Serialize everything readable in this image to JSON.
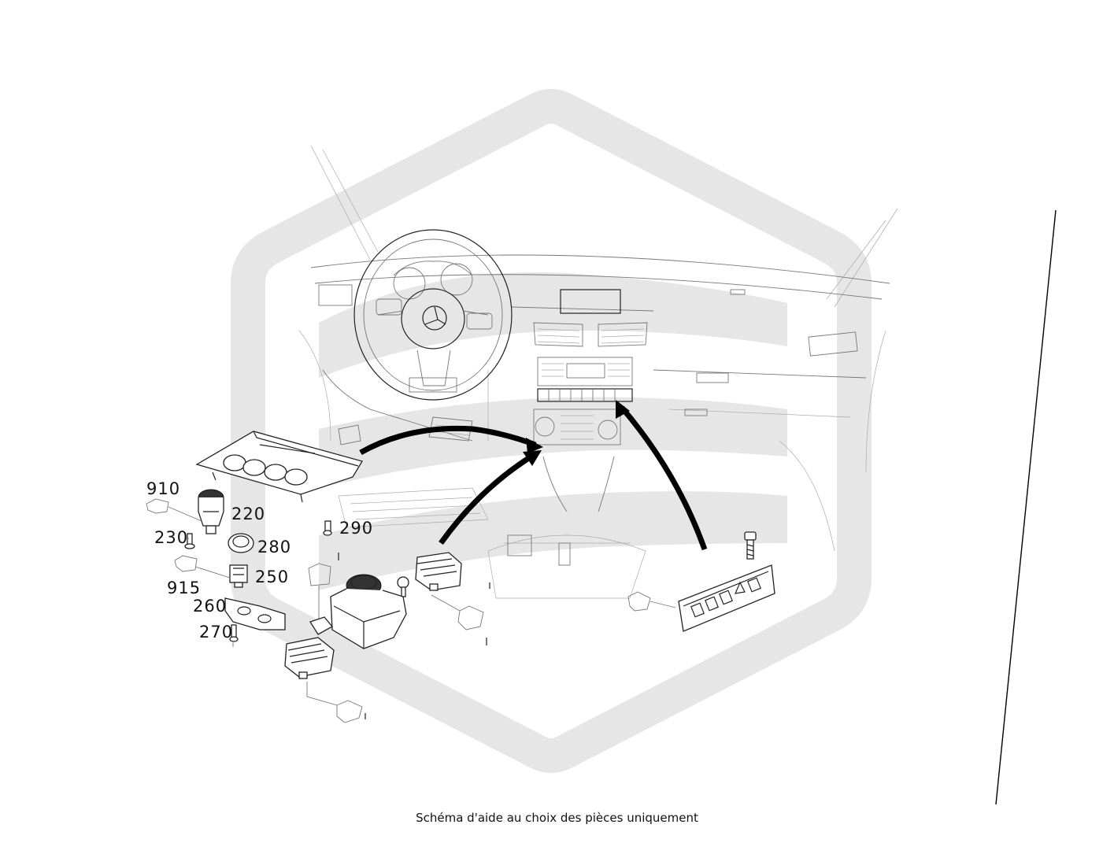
{
  "caption": "Schéma d'aide au choix des pièces uniquement",
  "callouts": [
    "910",
    "220",
    "230",
    "280",
    "250",
    "915",
    "260",
    "270",
    "290"
  ],
  "watermark_icon": "hexagon-logo-watermark",
  "colors": {
    "watermark": "#e6e6e6",
    "line": "#222222"
  }
}
